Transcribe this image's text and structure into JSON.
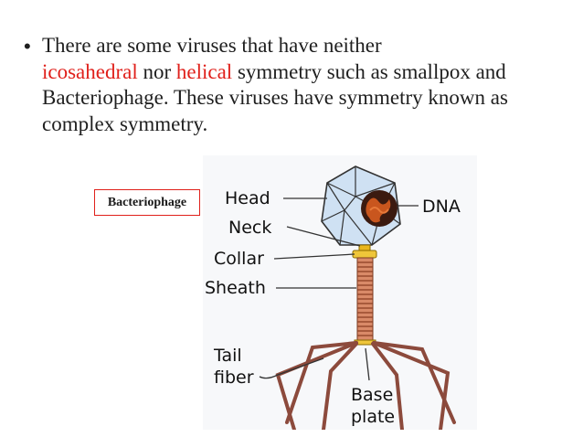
{
  "slide": {
    "bullet": {
      "part1": "There are some viruses that have neither",
      "red1": "icosahedral",
      "mid1": "nor",
      "red2": "helical",
      "part2": "symmetry such as smallpox and Bacteriophage. These viruses have symmetry known as complex symmetry."
    },
    "tag_label": "Bacteriophage",
    "accent_color": "#e0201b"
  },
  "diagram": {
    "labels": {
      "head": "Head",
      "neck": "Neck",
      "collar": "Collar",
      "sheath": "Sheath",
      "tail": "Tail",
      "fiber": "fiber",
      "dna": "DNA",
      "base": "Base",
      "plate": "plate"
    }
  }
}
